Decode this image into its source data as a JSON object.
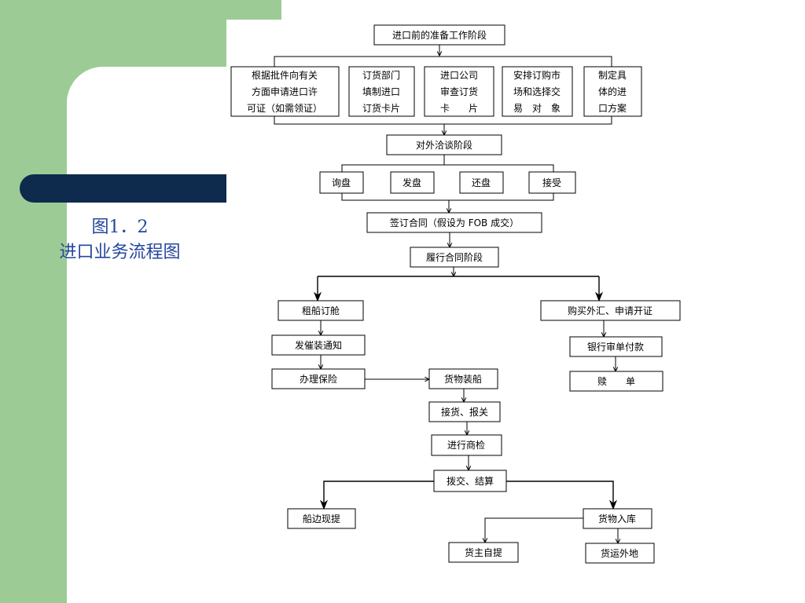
{
  "caption": {
    "figure_number": "图1．2",
    "title": "进口业务流程图"
  },
  "diagram": {
    "prep_stage": "进口前的准备工作阶段",
    "apply_license": [
      "根据批件向有关",
      "方面申请进口许",
      "可证（如需领证）"
    ],
    "order_card": [
      "订货部门",
      "填制进口",
      "订货卡片"
    ],
    "review_card": [
      "进口公司",
      "审查订货",
      "卡　　片"
    ],
    "arrange_market": [
      "安排订购市",
      "场和选择交",
      "易　对　象"
    ],
    "import_plan": [
      "制定具",
      "体的进",
      "口方案"
    ],
    "negotiation_stage": "对外洽谈阶段",
    "inquiry": "询盘",
    "offer": "发盘",
    "counter_offer": "还盘",
    "acceptance": "接受",
    "sign_contract": "签订合同（假设为 FOB 成交）",
    "perform_stage": "履行合同阶段",
    "charter_ship": "租船订舱",
    "shipping_notice": "发催装通知",
    "insurance": "办理保险",
    "loading": "货物装船",
    "receive_customs": "接货、报关",
    "inspection": "进行商检",
    "allocate_settle": "拨交、结算",
    "shipside_pickup": "船边现提",
    "warehousing": "货物入库",
    "owner_pickup": "货主自提",
    "ship_elsewhere": "货运外地",
    "buy_fx_lc": "购买外汇、申请开证",
    "bank_payment": "银行审单付款",
    "redeem_docs": "赎　　单"
  },
  "colors": {
    "background_green": "#9ccb95",
    "navy_bar": "#0e2a4d",
    "caption_blue": "#24469e"
  }
}
